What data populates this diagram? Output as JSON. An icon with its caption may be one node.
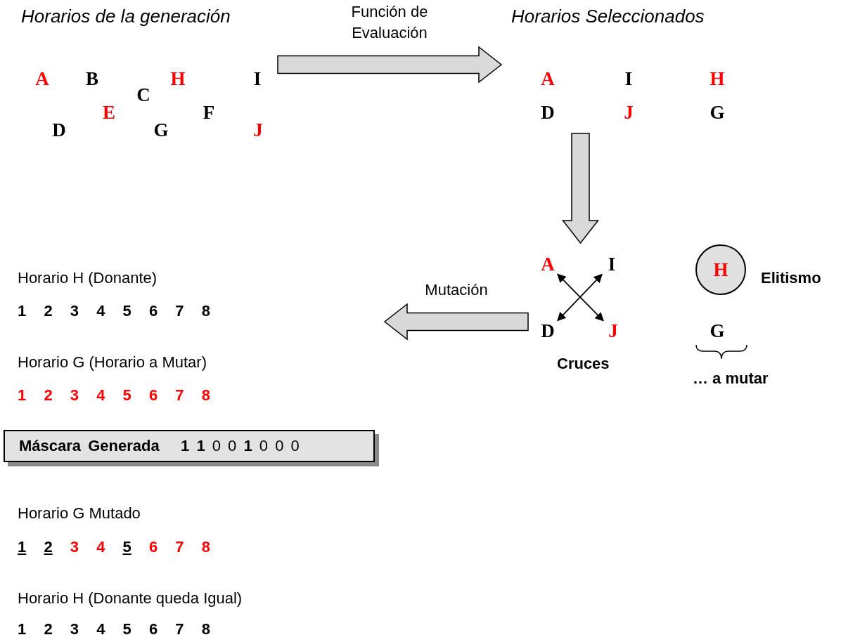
{
  "diagram": {
    "nodes": [
      {
        "text": [
          "Horarios de la generación"
        ]
      },
      {
        "text": [
          "A"
        ],
        "in": 0
      },
      {
        "text": [
          "B"
        ],
        "in": 0
      },
      {
        "text": [
          "H"
        ],
        "in": 0
      },
      {
        "text": [
          "I"
        ],
        "in": 0
      },
      {
        "text": [
          "C"
        ],
        "in": 0
      },
      {
        "text": [
          "E"
        ],
        "in": 0
      },
      {
        "text": [
          "F"
        ],
        "in": 0
      },
      {
        "text": [
          "D"
        ],
        "in": 0
      },
      {
        "text": [
          "G"
        ],
        "in": 0
      },
      {
        "text": [
          "J"
        ],
        "in": 0
      },
      {
        "text": [
          "Horarios Seleccionados"
        ]
      },
      {
        "text": [
          "A"
        ],
        "in": 11
      },
      {
        "text": [
          "I"
        ],
        "in": 11
      },
      {
        "text": [
          "H"
        ],
        "in": 11
      },
      {
        "text": [
          "D"
        ],
        "in": 11
      },
      {
        "text": [
          "J"
        ],
        "in": 11
      },
      {
        "text": [
          "G"
        ],
        "in": 11
      },
      {
        "text": [
          "Cruces"
        ]
      },
      {
        "text": [
          "A"
        ],
        "in": 18
      },
      {
        "text": [
          "I"
        ],
        "in": 18
      },
      {
        "text": [
          "D"
        ],
        "in": 18
      },
      {
        "text": [
          "J"
        ],
        "in": 18
      },
      {
        "text": [
          "H"
        ],
        "beside": [
          "Elitismo"
        ]
      },
      {
        "text": [
          "G"
        ],
        "beside": [
          "… a mutar"
        ]
      },
      {
        "text": [
          "Horario H (Donante)",
          "1 2 3 4 5 6 7 8",
          "Horario G (Horario a Mutar)",
          "1 2 3 4 5 6 7 8",
          "Horario G Mutado",
          "1 2 3 4 5 6 7 8",
          "Horario H (Donante queda Igual)",
          "1 2 3 4 5 6 7 8"
        ]
      },
      {
        "text": [
          "**Máscara Generada**   **1** **1** 0 0 **1** 0 0 0"
        ],
        "in": 25
      }
    ],
    "edges": [
      {
        "from": 0,
        "to": 11,
        "arrow": "to",
        "label": "Función de Evaluación"
      },
      {
        "from": 11,
        "to": 18,
        "arrow": "to"
      },
      {
        "from": 18,
        "to": 25,
        "arrow": "to",
        "label": "Mutación"
      },
      {
        "from": 19,
        "to": 22,
        "arrow": "both"
      },
      {
        "from": 20,
        "to": 21,
        "arrow": "both"
      }
    ]
  }
}
